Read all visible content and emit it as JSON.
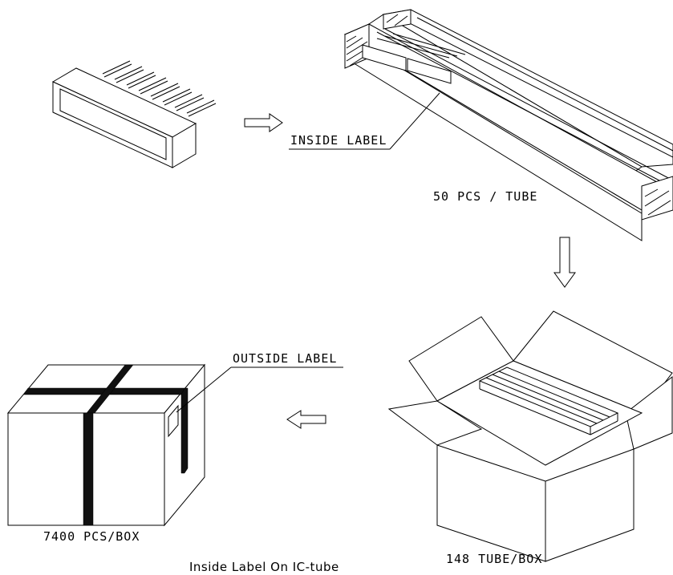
{
  "labels": {
    "inside_label": "INSIDE LABEL",
    "pcs_per_tube": "50 PCS / TUBE",
    "outside_label": "OUTSIDE LABEL",
    "pcs_per_box": "7400 PCS/BOX",
    "tube_per_box": "148 TUBE/BOX",
    "caption": "Inside Label On IC-tube"
  },
  "colors": {
    "line": "#000000",
    "strap": "#111111",
    "background": "#ffffff"
  }
}
